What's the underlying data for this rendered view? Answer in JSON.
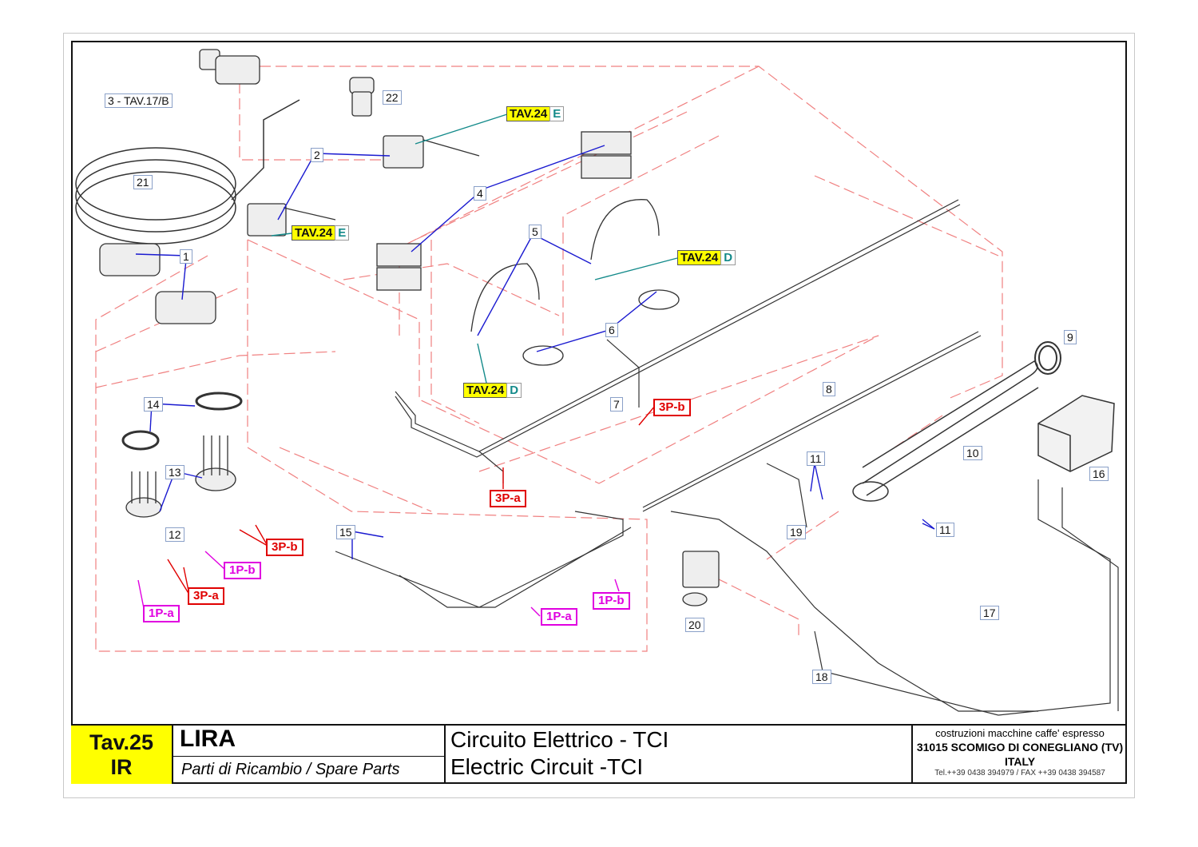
{
  "callouts": {
    "n1": "1",
    "n2": "2",
    "n3": "3 - TAV.17/B",
    "n4": "4",
    "n5": "5",
    "n6": "6",
    "n7": "7",
    "n8": "8",
    "n9": "9",
    "n10": "10",
    "n11a": "11",
    "n11b": "11",
    "n12": "12",
    "n13": "13",
    "n14": "14",
    "n15": "15",
    "n16": "16",
    "n17": "17",
    "n18": "18",
    "n19": "19",
    "n20": "20",
    "n21": "21",
    "n22": "22"
  },
  "refs": {
    "tav24": "TAV.24",
    "suffix_e": "E",
    "suffix_d": "D"
  },
  "wire_tags": {
    "w3pb": "3P-b",
    "w3pa": "3P-a",
    "w1pa": "1P-a",
    "w1pb": "1P-b"
  },
  "title_block": {
    "table_id": "Tav.25",
    "table_variant": "IR",
    "model": "LIRA",
    "subtitle": "Parti di Ricambio / Spare Parts",
    "circuit_it": "Circuito Elettrico - TCI",
    "circuit_en": "Electric Circuit -TCI",
    "company_line1": "costruzioni macchine caffe' espresso",
    "company_line2": "31015 SCOMIGO DI CONEGLIANO (TV)",
    "company_line3": "ITALY",
    "company_contact": "Tel.++39 0438 394979 / FAX ++39 0438 394587"
  },
  "colors": {
    "leader_blue": "#1a1ad0",
    "leader_teal": "#138a8a",
    "frame_dash": "#f08080",
    "wire_red": "#e00000",
    "wire_magenta": "#e000e0",
    "highlight_yellow": "#ffff00"
  }
}
